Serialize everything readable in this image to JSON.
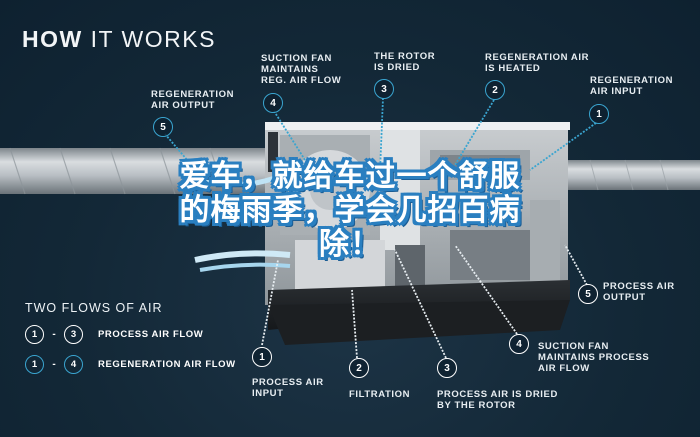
{
  "header": {
    "title_bold": "HOW",
    "title_rest": " IT WORKS"
  },
  "colors": {
    "background": "#132837",
    "accent_blue": "#3aa5d0",
    "overlay_outline": "#2a7fc0"
  },
  "top_callouts": [
    {
      "num": "5",
      "text": "REGENERATION\nAIR OUTPUT",
      "style": "blue"
    },
    {
      "num": "4",
      "text": "SUCTION FAN\nMAINTAINS\nREG. AIR FLOW",
      "style": "blue"
    },
    {
      "num": "3",
      "text": "THE ROTOR\nIS DRIED",
      "style": "blue"
    },
    {
      "num": "2",
      "text": "REGENERATION AIR\nIS HEATED",
      "style": "blue"
    },
    {
      "num": "1",
      "text": "REGENERATION\nAIR INPUT",
      "style": "blue"
    }
  ],
  "bottom_callouts": [
    {
      "num": "1",
      "text": "PROCESS AIR\nINPUT",
      "style": "white"
    },
    {
      "num": "2",
      "text": "FILTRATION",
      "style": "white"
    },
    {
      "num": "3",
      "text": "PROCESS AIR IS DRIED\nBY THE ROTOR",
      "style": "white"
    },
    {
      "num": "4",
      "text": "SUCTION FAN\nMAINTAINS PROCESS\nAIR FLOW",
      "style": "white"
    },
    {
      "num": "5",
      "text": "PROCESS AIR\nOUTPUT",
      "style": "white"
    }
  ],
  "legend": {
    "title": "TWO FLOWS OF AIR",
    "rows": [
      {
        "from": "1",
        "sep": "-",
        "to": "3",
        "label": "PROCESS AIR FLOW",
        "style": "white"
      },
      {
        "from": "1",
        "sep": "-",
        "to": "4",
        "label": "REGENERATION AIR FLOW",
        "style": "blue"
      }
    ]
  },
  "overlay": {
    "line1": "爱车，就给车过一个舒服",
    "line2": "的梅雨季，学会几招百病",
    "line3": "除！"
  }
}
